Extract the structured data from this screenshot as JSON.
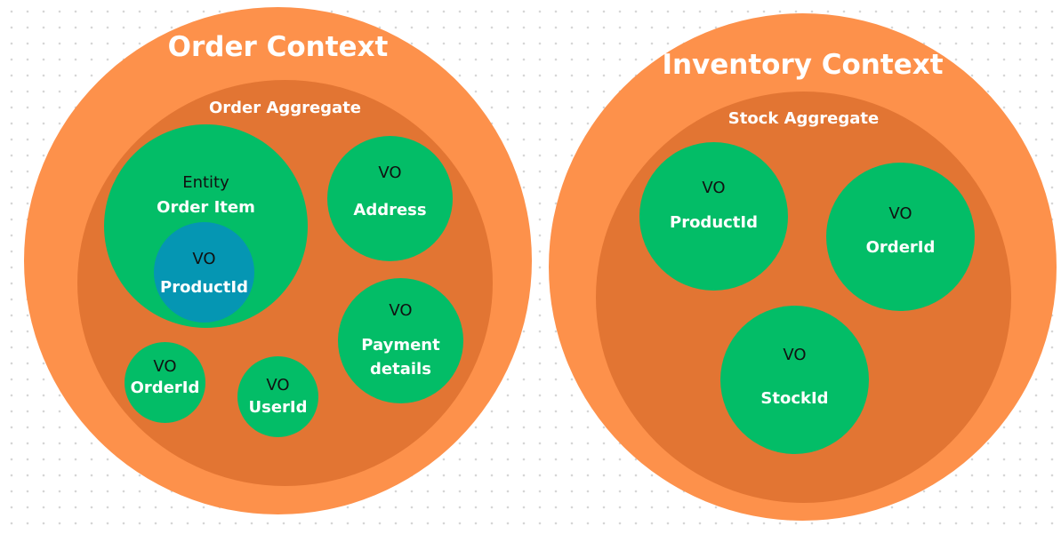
{
  "order_context": {
    "title": "Order Context",
    "aggregate": {
      "title": "Order Aggregate",
      "entity": {
        "kind": "Entity",
        "name": "Order Item",
        "value_object": {
          "kind": "VO",
          "name": "ProductId"
        }
      },
      "value_objects": [
        {
          "kind": "VO",
          "name": "Address"
        },
        {
          "kind": "VO",
          "name_line1": "Payment",
          "name_line2": "details"
        },
        {
          "kind": "VO",
          "name": "OrderId"
        },
        {
          "kind": "VO",
          "name": "UserId"
        }
      ]
    }
  },
  "inventory_context": {
    "title": "Inventory Context",
    "aggregate": {
      "title": "Stock Aggregate",
      "value_objects": [
        {
          "kind": "VO",
          "name": "ProductId"
        },
        {
          "kind": "VO",
          "name": "OrderId"
        },
        {
          "kind": "VO",
          "name": "StockId"
        }
      ]
    }
  },
  "colors": {
    "context": "#fd914b",
    "aggregate": "#e27533",
    "value_object": "#03bd67",
    "nested_value_object": "#0596b3",
    "label": "#ffffff",
    "kind_label": "#111111"
  }
}
